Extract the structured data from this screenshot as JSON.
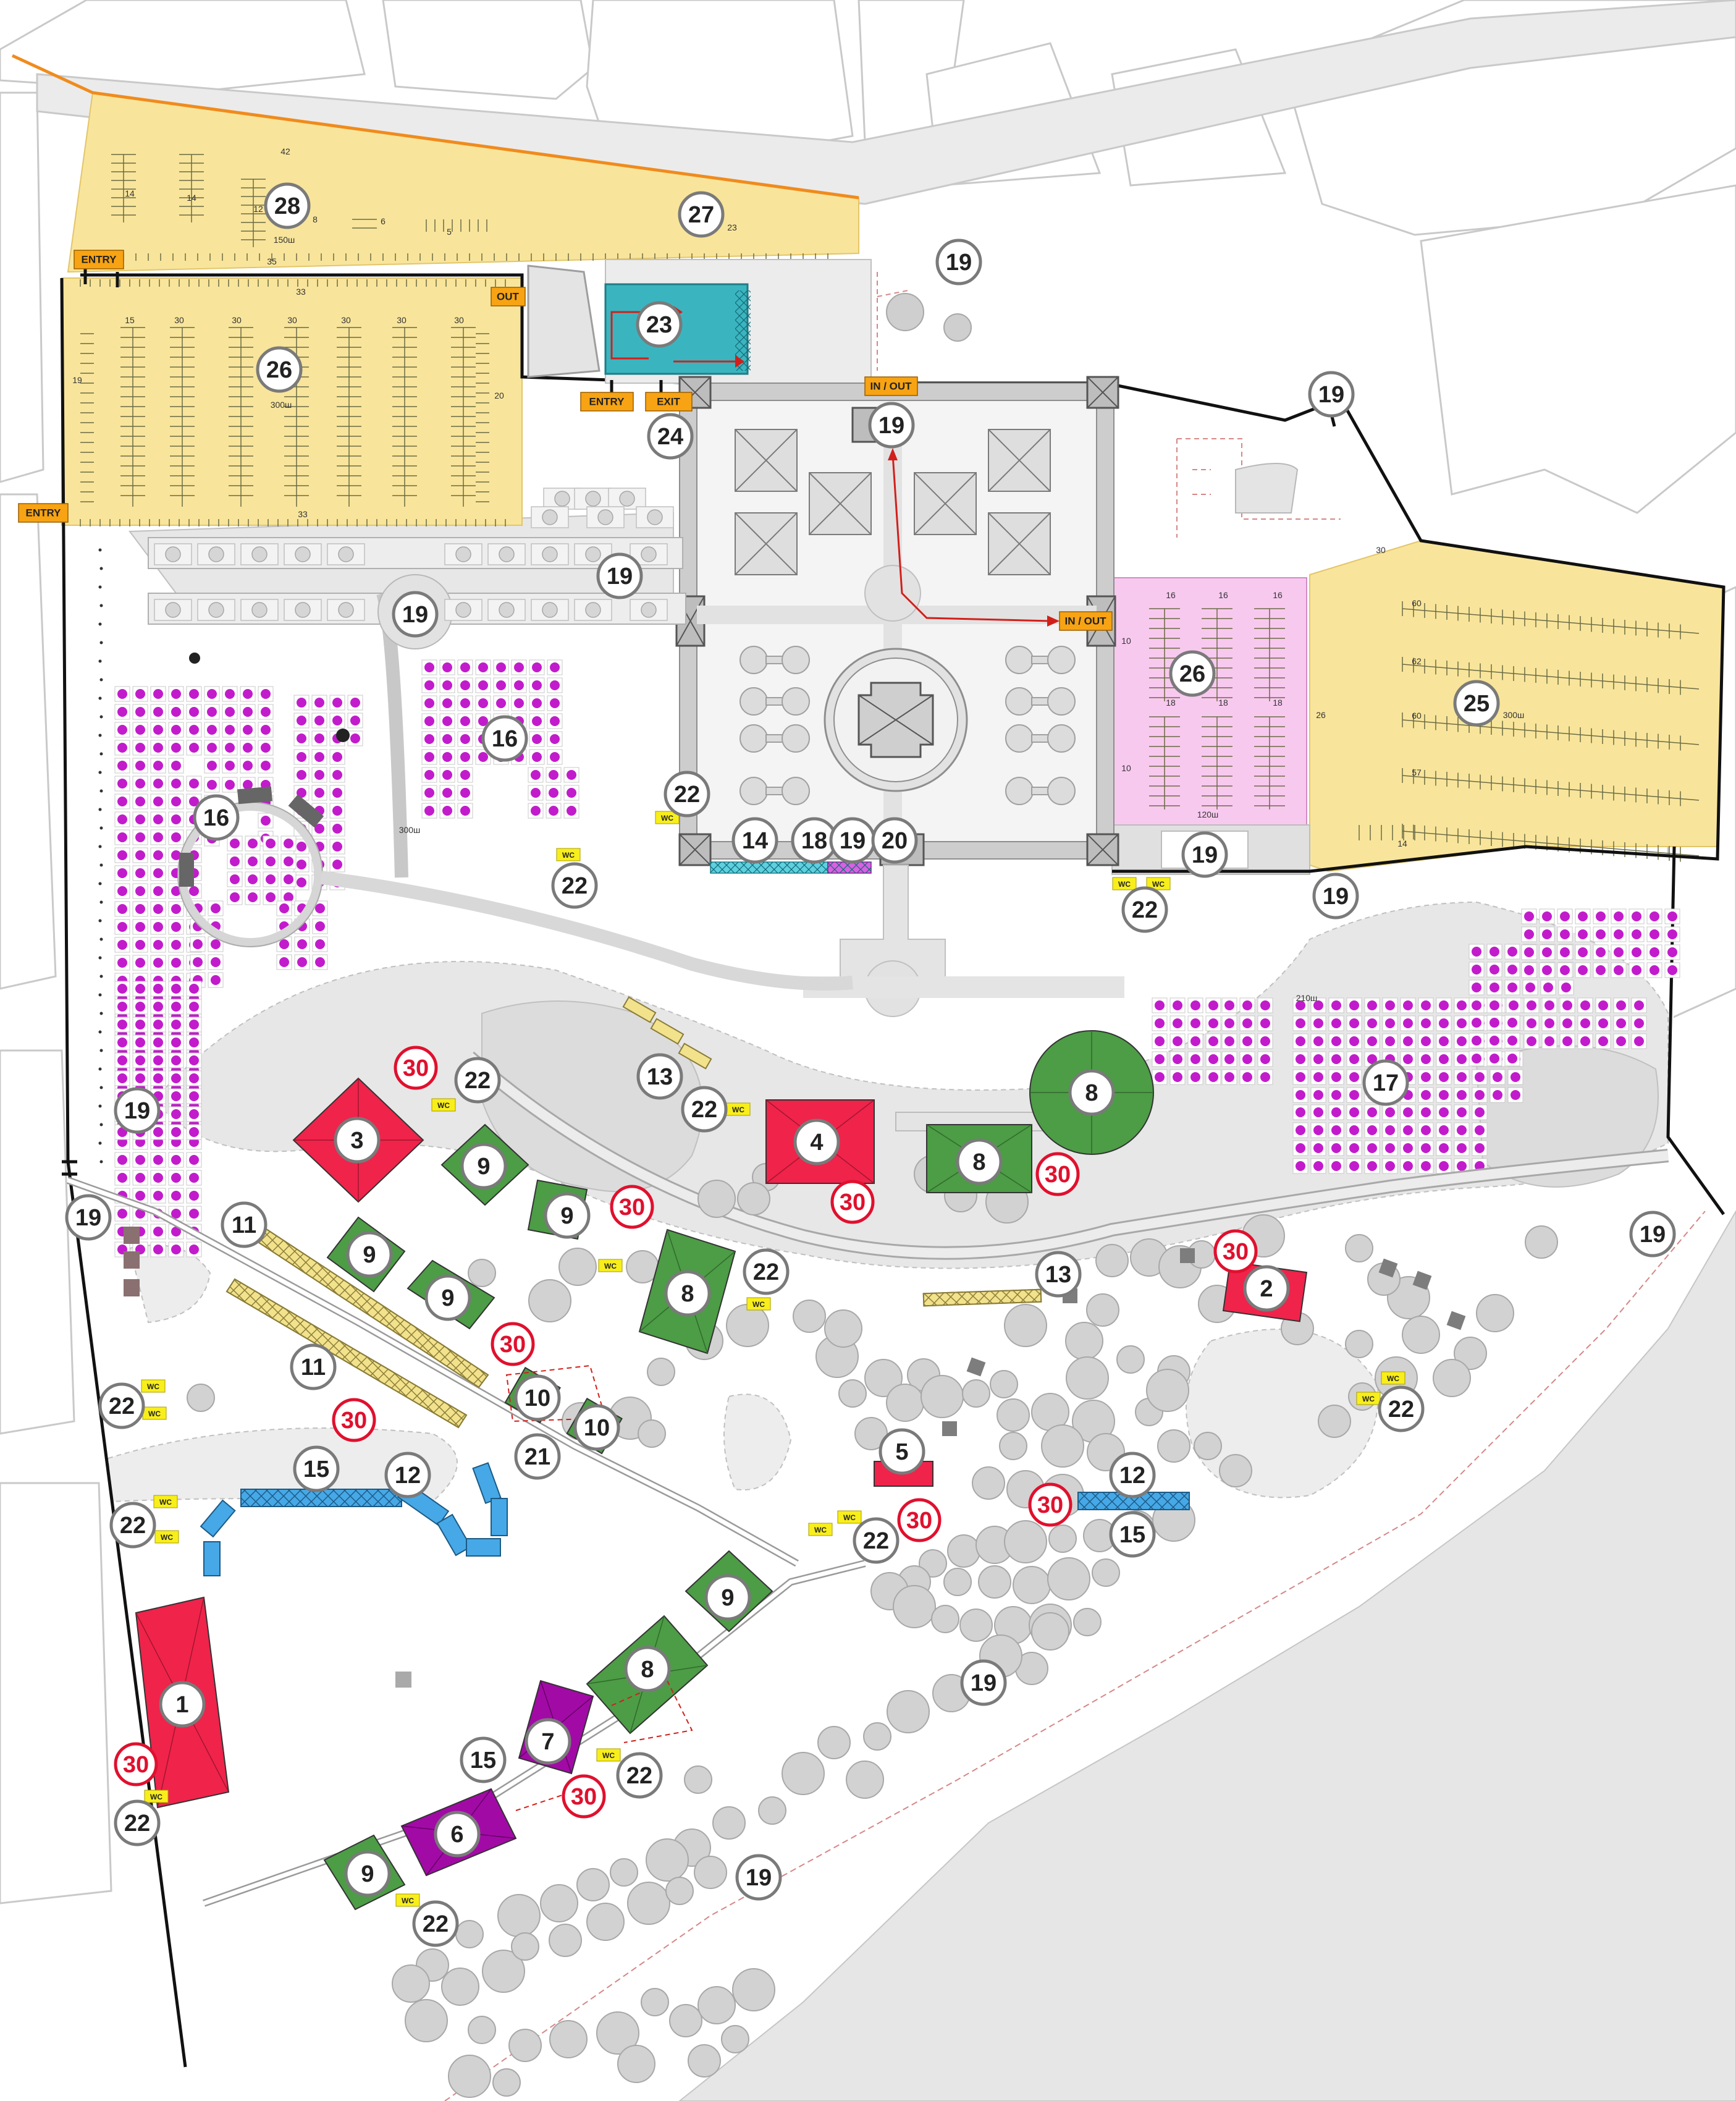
{
  "labels": {
    "entry": "ENTRY",
    "exit": "EXIT",
    "out": "OUT",
    "in_out": "IN / OUT",
    "wc": "WC"
  },
  "colors": {
    "stage_red": "#f0234b",
    "tent_green": "#4d9c46",
    "tent_purple": "#a20aa6",
    "pool_teal": "#3ab5bf",
    "parking_yellow": "#f8e59b",
    "parking_pink": "#f8c9ef",
    "seat_magenta": "#c21bcc",
    "booth_blue": "#46a8e6",
    "booth_yellow": "#f2e28c",
    "label_orange": "#f7a313",
    "wc_yellow": "#f8ee1b",
    "route_red": "#d1201b",
    "boundary": "#111111",
    "ground": "#e7e7e7"
  },
  "parking_numbers": {
    "p28": [
      "42",
      "14",
      "14",
      "12",
      "8",
      "6",
      "5",
      "23",
      "150ш",
      "35"
    ],
    "p26a": [
      "33",
      "15",
      "30",
      "30",
      "30",
      "30",
      "30",
      "30",
      "19",
      "20",
      "300ш",
      "33"
    ],
    "p26b": [
      "16",
      "16",
      "16",
      "10",
      "18",
      "18",
      "18",
      "10",
      "120ш"
    ],
    "p25": [
      "30",
      "60",
      "62",
      "60",
      "57",
      "14",
      "26",
      "300ш"
    ],
    "seats17": "210ш",
    "seats16": "300ш"
  },
  "markers": [
    {
      "id": "m28",
      "label": "28"
    },
    {
      "id": "m27",
      "label": "27"
    },
    {
      "id": "m19a",
      "label": "19"
    },
    {
      "id": "m26a",
      "label": "26"
    },
    {
      "id": "m23",
      "label": "23"
    },
    {
      "id": "m24",
      "label": "24"
    },
    {
      "id": "m19b",
      "label": "19"
    },
    {
      "id": "m19c",
      "label": "19"
    },
    {
      "id": "m19d",
      "label": "19"
    },
    {
      "id": "m19e",
      "label": "19"
    },
    {
      "id": "m26b",
      "label": "26"
    },
    {
      "id": "m25",
      "label": "25"
    },
    {
      "id": "m16a",
      "label": "16"
    },
    {
      "id": "m16b",
      "label": "16"
    },
    {
      "id": "m22a",
      "label": "22"
    },
    {
      "id": "m22b",
      "label": "22"
    },
    {
      "id": "m14",
      "label": "14"
    },
    {
      "id": "m18",
      "label": "18"
    },
    {
      "id": "m19f",
      "label": "19"
    },
    {
      "id": "m20",
      "label": "20"
    },
    {
      "id": "m19g",
      "label": "19"
    },
    {
      "id": "m22c",
      "label": "22"
    },
    {
      "id": "m19h",
      "label": "19"
    },
    {
      "id": "m19i",
      "label": "19"
    },
    {
      "id": "m3",
      "label": "3"
    },
    {
      "id": "m22d",
      "label": "22"
    },
    {
      "id": "m13a",
      "label": "13"
    },
    {
      "id": "m22e",
      "label": "22"
    },
    {
      "id": "m4",
      "label": "4"
    },
    {
      "id": "m8a",
      "label": "8"
    },
    {
      "id": "m8b",
      "label": "8"
    },
    {
      "id": "m17",
      "label": "17"
    },
    {
      "id": "m9a",
      "label": "9"
    },
    {
      "id": "m9b",
      "label": "9"
    },
    {
      "id": "m19j",
      "label": "19"
    },
    {
      "id": "m11a",
      "label": "11"
    },
    {
      "id": "m9c",
      "label": "9"
    },
    {
      "id": "m9d",
      "label": "9"
    },
    {
      "id": "m8c",
      "label": "8"
    },
    {
      "id": "m22f",
      "label": "22"
    },
    {
      "id": "m13b",
      "label": "13"
    },
    {
      "id": "m2",
      "label": "2"
    },
    {
      "id": "m19k",
      "label": "19"
    },
    {
      "id": "m11b",
      "label": "11"
    },
    {
      "id": "m10a",
      "label": "10"
    },
    {
      "id": "m10b",
      "label": "10"
    },
    {
      "id": "m22g",
      "label": "22"
    },
    {
      "id": "m22h",
      "label": "22"
    },
    {
      "id": "m21",
      "label": "21"
    },
    {
      "id": "m15a",
      "label": "15"
    },
    {
      "id": "m12a",
      "label": "12"
    },
    {
      "id": "m22i",
      "label": "22"
    },
    {
      "id": "m5",
      "label": "5"
    },
    {
      "id": "m22j",
      "label": "22"
    },
    {
      "id": "m12b",
      "label": "12"
    },
    {
      "id": "m15b",
      "label": "15"
    },
    {
      "id": "m9e",
      "label": "9"
    },
    {
      "id": "m8d",
      "label": "8"
    },
    {
      "id": "m19l",
      "label": "19"
    },
    {
      "id": "m1",
      "label": "1"
    },
    {
      "id": "m7",
      "label": "7"
    },
    {
      "id": "m15c",
      "label": "15"
    },
    {
      "id": "m22k",
      "label": "22"
    },
    {
      "id": "m6",
      "label": "6"
    },
    {
      "id": "m22l",
      "label": "22"
    },
    {
      "id": "m9f",
      "label": "9"
    },
    {
      "id": "m19m",
      "label": "19"
    },
    {
      "id": "m22m",
      "label": "22"
    }
  ],
  "red_markers": [
    {
      "id": "r1",
      "label": "30"
    },
    {
      "id": "r2",
      "label": "30"
    },
    {
      "id": "r3",
      "label": "30"
    },
    {
      "id": "r4",
      "label": "30"
    },
    {
      "id": "r5",
      "label": "30"
    },
    {
      "id": "r6",
      "label": "30"
    },
    {
      "id": "r7",
      "label": "30"
    },
    {
      "id": "r8",
      "label": "30"
    },
    {
      "id": "r9",
      "label": "30"
    },
    {
      "id": "r10",
      "label": "30"
    },
    {
      "id": "r11",
      "label": "30"
    }
  ]
}
